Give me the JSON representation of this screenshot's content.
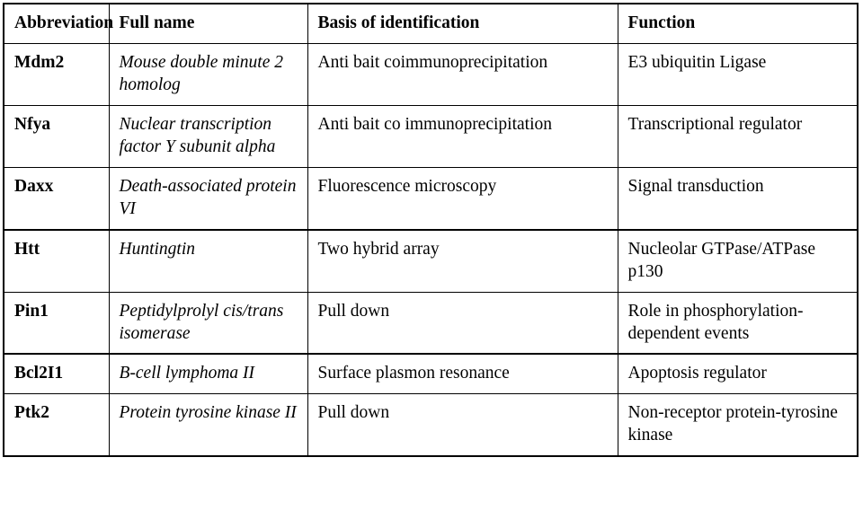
{
  "table": {
    "columns": [
      {
        "key": "abbreviation",
        "label": "Abbreviation"
      },
      {
        "key": "full_name",
        "label": "Full name"
      },
      {
        "key": "basis",
        "label": "Basis of identification"
      },
      {
        "key": "function",
        "label": "Function"
      }
    ],
    "rows": [
      {
        "abbreviation": "Mdm2",
        "full_name": "Mouse double minute 2 homolog",
        "basis": "Anti bait coimmunoprecipitation",
        "function": "E3 ubiquitin Ligase"
      },
      {
        "abbreviation": "Nfya",
        "full_name": "Nuclear transcription factor Y subunit alpha",
        "basis": "Anti bait co immunoprecipitation",
        "function": "Transcriptional regulator"
      },
      {
        "abbreviation": "Daxx",
        "full_name": "Death-associated protein VI",
        "basis": "Fluorescence microscopy",
        "function": "Signal transduction"
      },
      {
        "abbreviation": "Htt",
        "full_name": "Huntingtin",
        "basis": "Two hybrid array",
        "function": "Nucleolar GTPase/ATPase p130"
      },
      {
        "abbreviation": "Pin1",
        "full_name": "Peptidylprolyl cis/trans isomerase",
        "basis": "Pull down",
        "function": "Role in phosphorylation-dependent events"
      },
      {
        "abbreviation": "Bcl2I1",
        "full_name": "B-cell lymphoma II",
        "basis": "Surface plasmon resonance",
        "function": "Apoptosis regulator"
      },
      {
        "abbreviation": "Ptk2",
        "full_name": "Protein tyrosine kinase II",
        "basis": "Pull down",
        "function": "Non-receptor protein-tyrosine kinase"
      }
    ],
    "style": {
      "border_color": "#000000",
      "background": "#ffffff",
      "text_color": "#000000"
    }
  }
}
